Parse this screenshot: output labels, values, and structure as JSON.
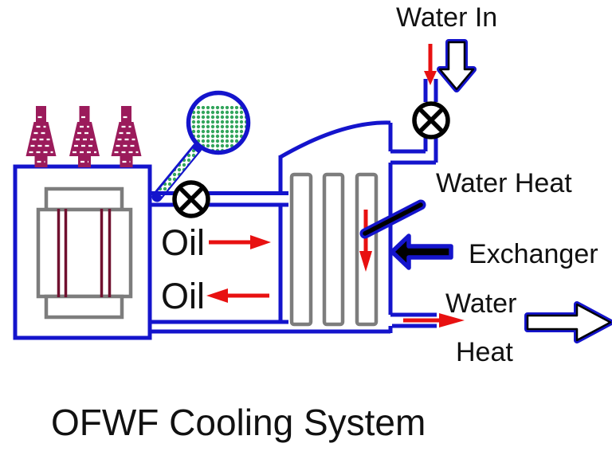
{
  "title": "OFWF Cooling System",
  "labels": {
    "water_in": "Water In",
    "heat_exchanger_line1": "Water Heat",
    "heat_exchanger_line2": "Exchanger",
    "oil_supply": "Oil",
    "oil_return": "Oil",
    "water_out_line1": "Water",
    "water_out_line2": "Heat"
  },
  "colors": {
    "pipe-blue": "#1414cc",
    "arrow-red": "#e81111",
    "metal-gray": "#7d7d7d",
    "bushing-maroon": "#9b1b5b",
    "winding-maroon": "#70102f",
    "oil-green": "#33a55c",
    "text-black": "#111111",
    "background": "#ffffff"
  }
}
